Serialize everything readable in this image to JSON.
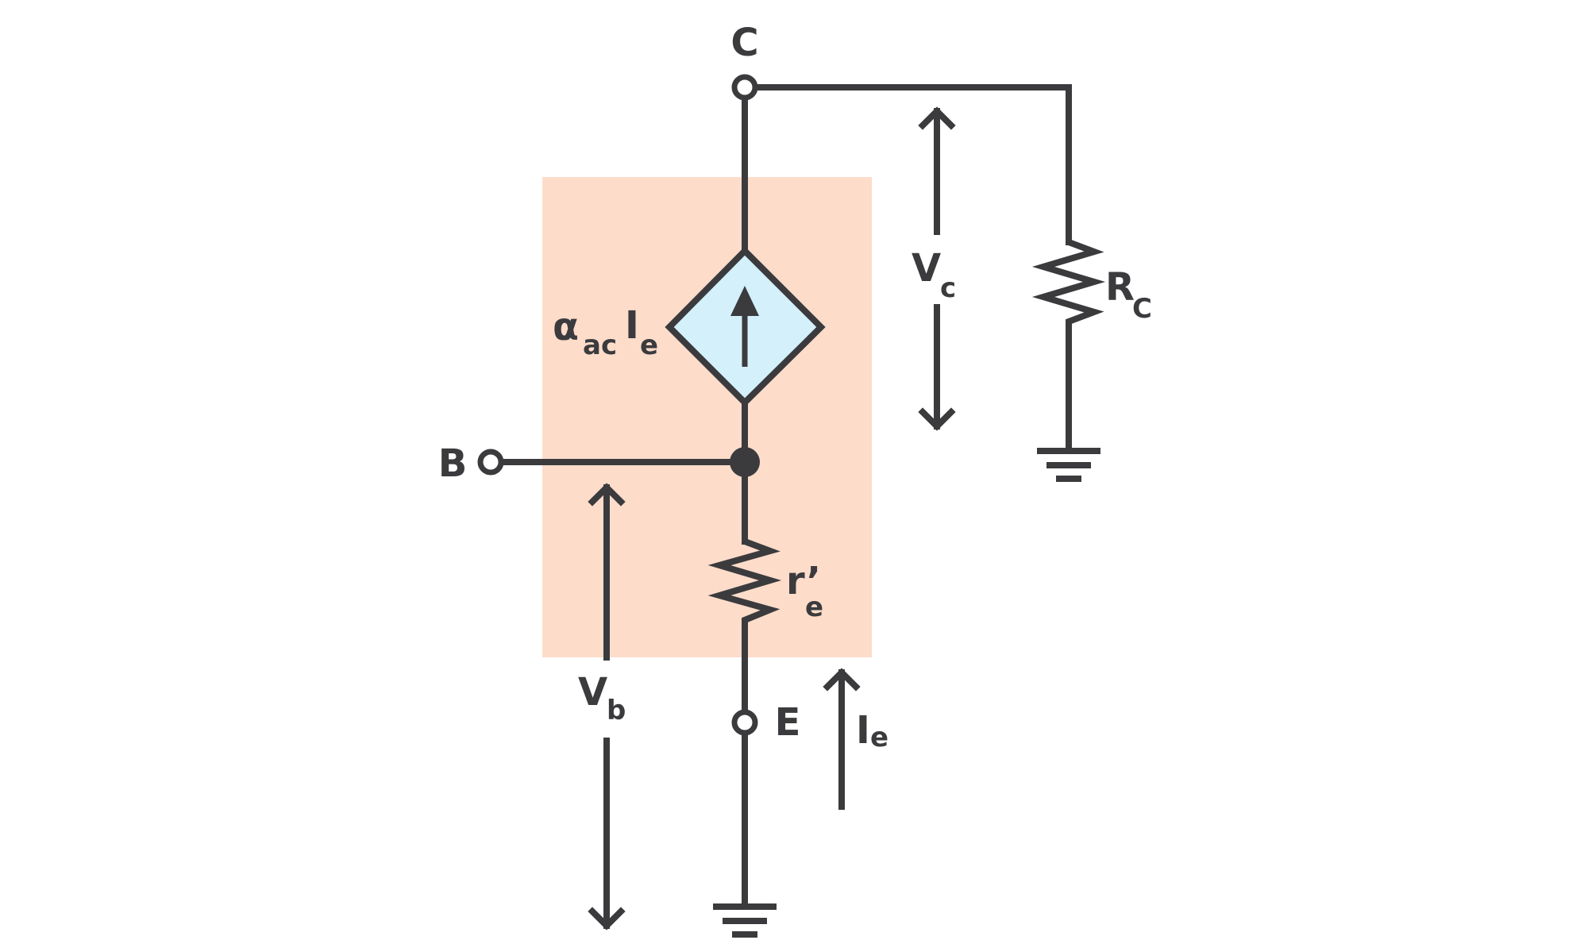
{
  "colors": {
    "stroke": "#3b3b3e",
    "region": "#fddcca",
    "source_fill": "#d3f0fb",
    "background": "#ffffff"
  },
  "labels": {
    "collector": "C",
    "base": "B",
    "emitter": "E",
    "source_alpha": "α",
    "source_ac": "ac",
    "source_I": "I",
    "source_e": "e",
    "re_main": "r’",
    "re_sub": "e",
    "vc_main": "V",
    "vc_sub": "c",
    "rc_main": "R",
    "rc_sub": "C",
    "vb_main": "V",
    "vb_sub": "b",
    "ie_main": "I",
    "ie_sub": "e"
  },
  "icons": [
    "dependent-current-source-icon",
    "resistor-icon",
    "ground-icon",
    "voltage-arrow-icon",
    "current-arrow-icon"
  ]
}
